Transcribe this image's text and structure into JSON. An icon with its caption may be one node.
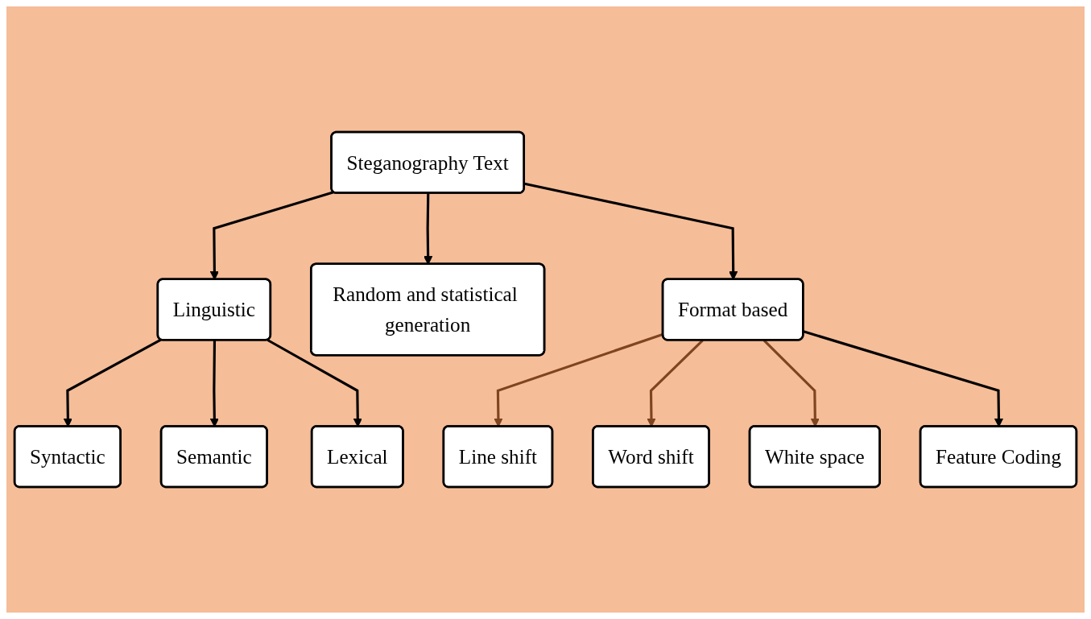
{
  "diagram": {
    "nodes": [
      {
        "text": [
          "Steganography Text"
        ]
      },
      {
        "text": [
          "Linguistic"
        ]
      },
      {
        "text": [
          "Random and statistical generation"
        ]
      },
      {
        "text": [
          "Format based"
        ]
      },
      {
        "text": [
          "Syntactic"
        ]
      },
      {
        "text": [
          "Semantic"
        ]
      },
      {
        "text": [
          "Lexical"
        ]
      },
      {
        "text": [
          "Line shift"
        ]
      },
      {
        "text": [
          "Word shift"
        ]
      },
      {
        "text": [
          "White space"
        ]
      },
      {
        "text": [
          "Feature Coding"
        ]
      }
    ],
    "edges": [
      {
        "from": 0,
        "to": 1,
        "arrow": "to"
      },
      {
        "from": 0,
        "to": 2,
        "arrow": "to"
      },
      {
        "from": 0,
        "to": 3,
        "arrow": "to"
      },
      {
        "from": 1,
        "to": 4,
        "arrow": "to"
      },
      {
        "from": 1,
        "to": 5,
        "arrow": "to"
      },
      {
        "from": 1,
        "to": 6,
        "arrow": "to"
      },
      {
        "from": 3,
        "to": 7,
        "arrow": "to",
        "color": "#7f4420"
      },
      {
        "from": 3,
        "to": 8,
        "arrow": "to",
        "color": "#7f4420"
      },
      {
        "from": 3,
        "to": 9,
        "arrow": "to",
        "color": "#7f4420"
      },
      {
        "from": 3,
        "to": 10,
        "arrow": "to"
      }
    ]
  }
}
